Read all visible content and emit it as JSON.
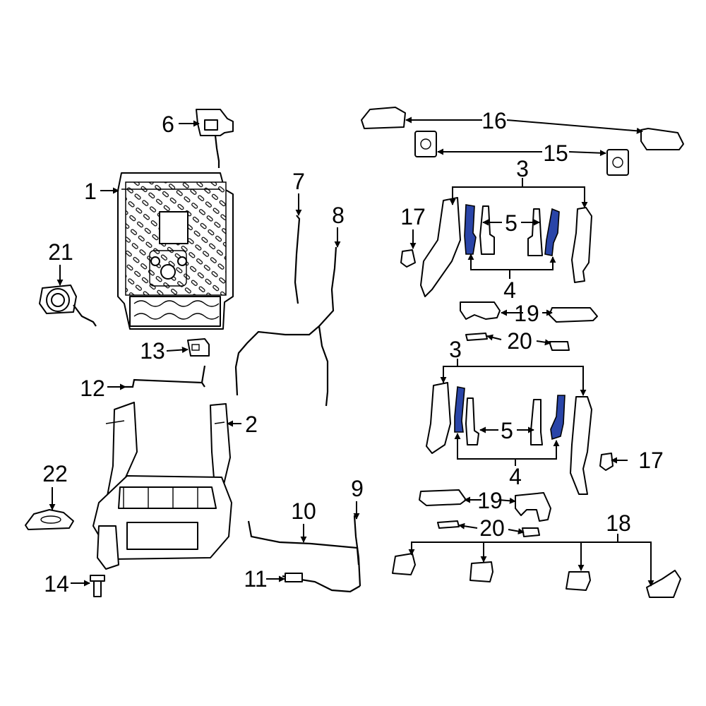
{
  "diagram": {
    "highlight_color": "#2a45a8",
    "line_color": "#000000",
    "background": "#ffffff",
    "callouts": {
      "c1": "1",
      "c2": "2",
      "c3a": "3",
      "c3b": "3",
      "c4a": "4",
      "c4b": "4",
      "c5a": "5",
      "c5b": "5",
      "c6": "6",
      "c7": "7",
      "c8": "8",
      "c9": "9",
      "c10": "10",
      "c11": "11",
      "c12": "12",
      "c13": "13",
      "c14": "14",
      "c15": "15",
      "c16": "16",
      "c17a": "17",
      "c17b": "17",
      "c18": "18",
      "c19a": "19",
      "c19b": "19",
      "c20a": "20",
      "c20b": "20",
      "c21": "21",
      "c22": "22"
    }
  }
}
